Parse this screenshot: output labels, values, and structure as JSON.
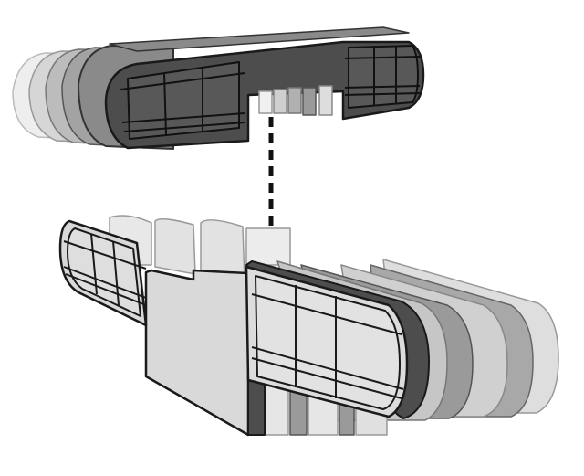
{
  "diagram": {
    "colors": {
      "background": "#ffffff",
      "outline": "#1a1a1a",
      "dark_fill": "#4d4d4d",
      "ghost_fills": [
        "#dcdcdc",
        "#c4c4c4",
        "#a9a9a9",
        "#8f8f8f",
        "#767676"
      ],
      "light_face": "#d9d9d9",
      "mid_face": "#bfbfbf",
      "arrow": "#111111"
    },
    "arrow": {
      "style": "dashed",
      "direction": "down",
      "icon": "arrow-down-icon"
    },
    "top_assembly": {
      "ghost_layers": 5,
      "grid_panels": 2
    },
    "bottom_assembly": {
      "ghost_layers_back": 3,
      "ghost_layers_right": 4,
      "grid_panels": 2
    }
  }
}
